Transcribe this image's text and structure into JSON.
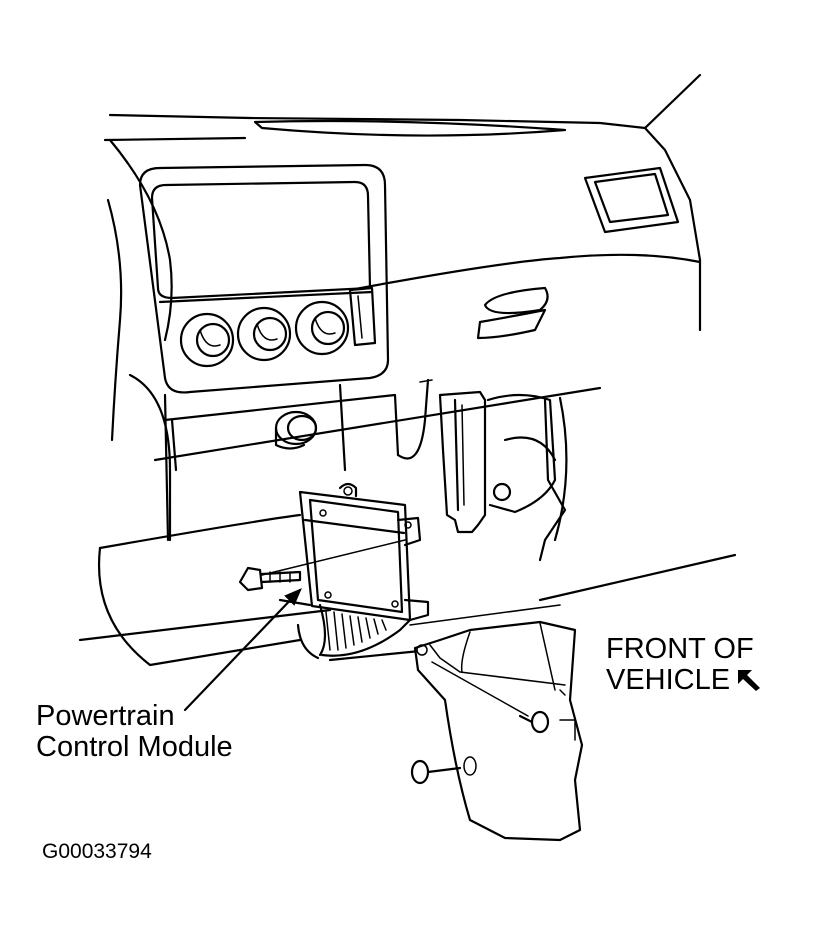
{
  "labels": {
    "pcm_line1": "Powertrain",
    "pcm_line2": "Control Module",
    "front_line1": "FRONT OF",
    "front_line2": "VEHICLE"
  },
  "figure_id": "G00033794",
  "icons": {
    "front_direction": "arrow-up-left-icon"
  }
}
